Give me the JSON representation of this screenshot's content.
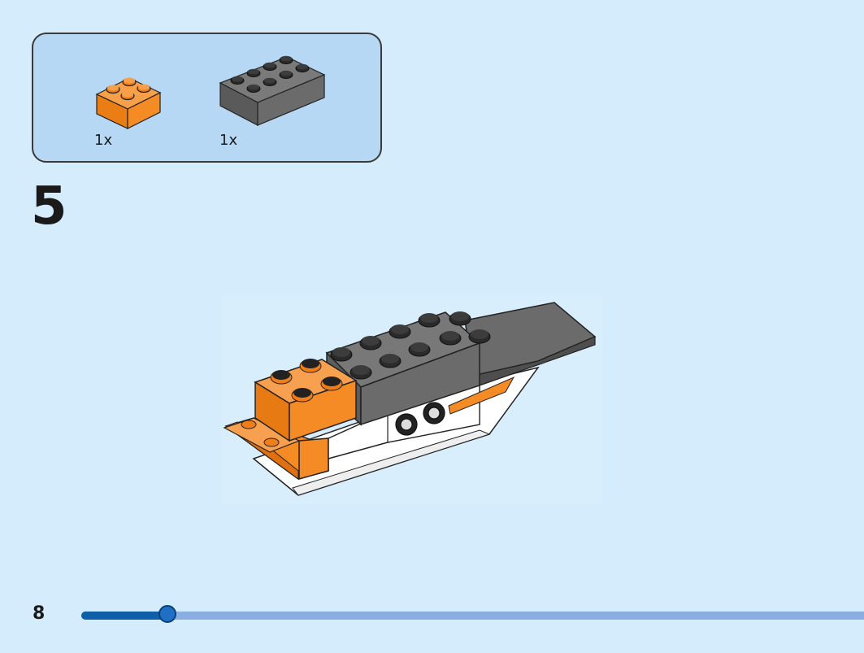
{
  "parts": [
    {
      "name": "orange-2x2-brick",
      "color": "#f58b24",
      "quantity": "1x"
    },
    {
      "name": "dark-grey-2x4-brick",
      "color": "#6b6b6b",
      "quantity": "1x"
    }
  ],
  "step": {
    "number": "5"
  },
  "footer": {
    "page_number": "8",
    "progress": 0.11
  },
  "colors": {
    "background": "#d4ecfb",
    "parts_panel": "#b6d8f4",
    "progress_fill": "#0f5ea8",
    "progress_track": "#8aaee0"
  }
}
